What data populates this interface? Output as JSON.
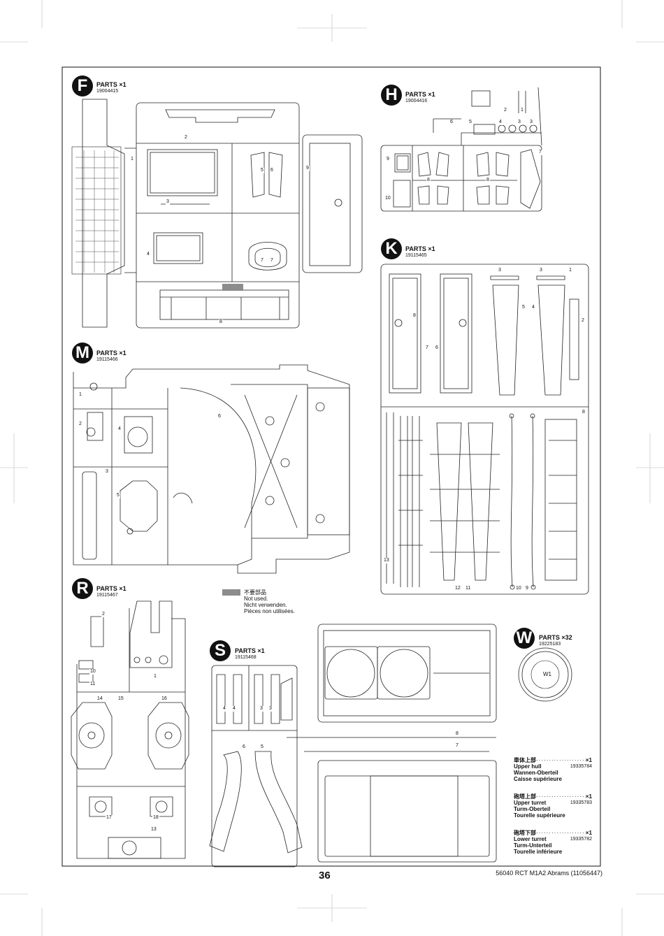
{
  "page_number": "36",
  "footer": "56040 RCT M1A2 Abrams (11056447)",
  "sprues": {
    "F": {
      "letter": "F",
      "qty": "PARTS ×1",
      "code": "19004415"
    },
    "H": {
      "letter": "H",
      "qty": "PARTS ×1",
      "code": "19004416"
    },
    "K": {
      "letter": "K",
      "qty": "PARTS ×1",
      "code": "19115465"
    },
    "M": {
      "letter": "M",
      "qty": "PARTS ×1",
      "code": "19115466"
    },
    "R": {
      "letter": "R",
      "qty": "PARTS ×1",
      "code": "19115467"
    },
    "S": {
      "letter": "S",
      "qty": "PARTS ×1",
      "code": "19115468"
    },
    "W": {
      "letter": "W",
      "qty": "PARTS ×32",
      "code": "19225183",
      "part": "W1"
    }
  },
  "not_used": {
    "ja": "不要部品",
    "en": "Not used.",
    "de": "Nicht verwenden.",
    "fr": "Pièces non utilisées."
  },
  "legend": [
    {
      "ja": "車体上部",
      "en": "Upper hull",
      "de": "Wannen-Oberteil",
      "fr": "Caisse supérieure",
      "qty": "×1",
      "code": "19335784"
    },
    {
      "ja": "砲塔上部",
      "en": "Upper turret",
      "de": "Turm-Oberteil",
      "fr": "Tourelle supérieure",
      "qty": "×1",
      "code": "19335783"
    },
    {
      "ja": "砲塔下部",
      "en": "Lower turret",
      "de": "Turm-Unterteil",
      "fr": "Tourelle inférieure",
      "qty": "×1",
      "code": "19335782"
    }
  ],
  "part_numbers": {
    "F": [
      "1",
      "2",
      "3",
      "4",
      "5",
      "6",
      "7",
      "7",
      "8",
      "9"
    ],
    "H": [
      "1",
      "2",
      "3",
      "3",
      "4",
      "5",
      "6",
      "7",
      "8",
      "8",
      "9",
      "10"
    ],
    "K": [
      "1",
      "2",
      "3",
      "3",
      "4",
      "5",
      "6",
      "7",
      "8",
      "8",
      "9",
      "10",
      "11",
      "12",
      "13"
    ],
    "M": [
      "1",
      "2",
      "3",
      "4",
      "5",
      "6"
    ],
    "R": [
      "1",
      "2",
      "10",
      "11",
      "13",
      "14",
      "15",
      "16",
      "17",
      "18"
    ],
    "S": [
      "3",
      "3",
      "4",
      "4",
      "5",
      "6",
      "7",
      "8"
    ]
  }
}
